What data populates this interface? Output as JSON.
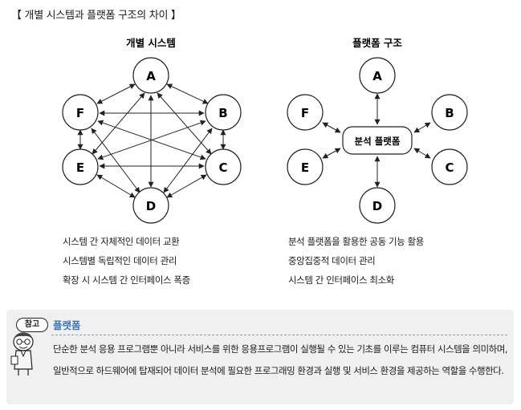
{
  "title": "【 개별 시스템과 플랫폼 구조의 차이 】",
  "left_diagram": {
    "title": "개별 시스템",
    "nodes": [
      "A",
      "B",
      "C",
      "D",
      "E",
      "F"
    ],
    "captions": [
      "시스템 간 자체적인 데이터 교환",
      "시스템별 독립적인 데이터 관리",
      "확장 시 시스템 간 인터페이스 폭증"
    ]
  },
  "right_diagram": {
    "title": "플랫폼 구조",
    "hub": "분석 플랫폼",
    "nodes": [
      "A",
      "B",
      "C",
      "D",
      "E",
      "F"
    ],
    "captions": [
      "분석 플랫폼을 활용한 공동 기능 활용",
      "중앙집중적 데이터 관리",
      "시스템 간 인터페이스 최소화"
    ]
  },
  "note": {
    "badge": "참고",
    "title": "플랫폼",
    "body": "단순한 분석 응용 프로그램뿐 아니라 서비스를 위한 응용프로그램이 실행될 수 있는 기초를 이루는 컴퓨터 시스템을 의미하며, 일반적으로 하드웨어에 탑재되어 데이터 분석에 필요한 프로그래밍 환경과 실행 및 서비스 환경을 제공하는 역할을 수행한다."
  }
}
